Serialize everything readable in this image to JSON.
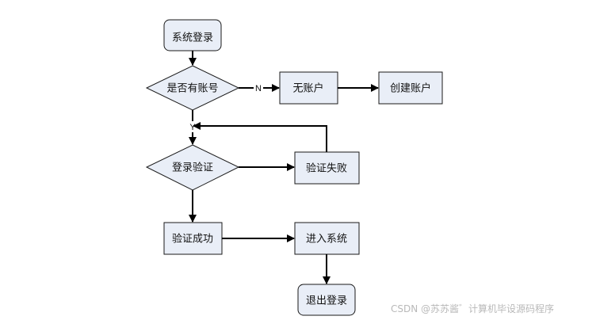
{
  "nodes": {
    "login": "系统登录",
    "has_account": "是否有账号",
    "no_account": "无账户",
    "create_account": "创建账户",
    "verify": "登录验证",
    "verify_fail": "验证失败",
    "verify_success": "验证成功",
    "enter_system": "进入系统",
    "logout": "退出登录"
  },
  "edge_labels": {
    "no": "N",
    "yes": "Y"
  },
  "watermark": "CSDN @苏苏酱゛计算机毕设源码程序",
  "colors": {
    "node_fill": "#e9eef7",
    "stroke": "#1a1a1a",
    "arrow": "#000000"
  }
}
